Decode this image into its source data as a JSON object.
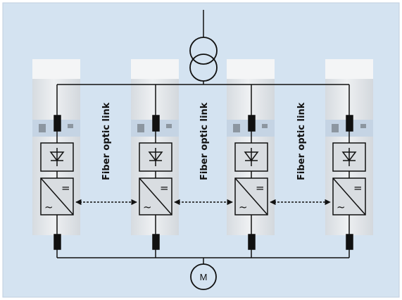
{
  "colors": {
    "background": "#d4e3f1",
    "frame": "#bfcfdf",
    "cabinet": "#e4e8ec",
    "cabinet_top": "#f3f4f5",
    "cabinet_panel": "#cdd9e6",
    "block_fill": "#d9dde1",
    "line": "#111111"
  },
  "links": [
    {
      "label": "Fiber optic link"
    },
    {
      "label": "Fiber optic link"
    },
    {
      "label": "Fiber optic link"
    }
  ],
  "cabinets": [
    {
      "rectifier_icon": "diode-icon",
      "inverter_icon": "inverter-icon",
      "inverter_symbols": [
        "=",
        "~"
      ]
    },
    {
      "rectifier_icon": "diode-icon",
      "inverter_icon": "inverter-icon",
      "inverter_symbols": [
        "=",
        "~"
      ]
    },
    {
      "rectifier_icon": "diode-icon",
      "inverter_icon": "inverter-icon",
      "inverter_symbols": [
        "=",
        "~"
      ]
    },
    {
      "rectifier_icon": "diode-icon",
      "inverter_icon": "inverter-icon",
      "inverter_symbols": [
        "=",
        "~"
      ]
    }
  ],
  "transformer": {
    "icon": "transformer-icon"
  },
  "motor": {
    "label": "M",
    "icon": "motor-icon"
  }
}
